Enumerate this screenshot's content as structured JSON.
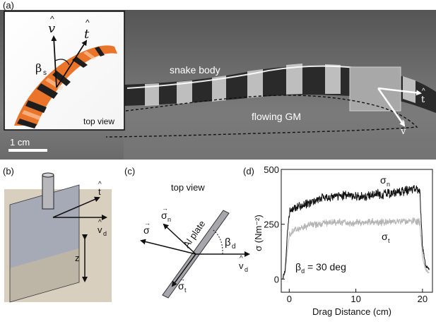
{
  "panel_a": {
    "label": "(a)",
    "snake_body": "snake body",
    "flowing_gm": "flowing GM",
    "t_hat": "t",
    "v_hat": "v",
    "inset": {
      "v_hat": "v",
      "t_hat": "t",
      "beta_s": "β",
      "beta_s_sub": "s",
      "view": "top view"
    },
    "scale_bar": "1 cm"
  },
  "panel_b": {
    "label": "(b)",
    "t_hat": "t",
    "v_d": "v",
    "v_d_sub": "d",
    "z": "z"
  },
  "panel_c": {
    "label": "(c)",
    "view": "top view",
    "sigma_n": "σ",
    "sigma_n_sub": "n",
    "sigma": "σ",
    "al_plate": "Al plate",
    "beta_d": "β",
    "beta_d_sub": "d",
    "v_d": "v",
    "v_d_sub": "d",
    "sigma_t": "σ",
    "sigma_t_sub": "t"
  },
  "panel_d": {
    "label": "(d)",
    "ylabel": "σ (Nm⁻²)",
    "xlabel": "Drag Distance (cm)",
    "sigma_n": "σ",
    "sigma_n_sub": "n",
    "sigma_t": "σ",
    "sigma_t_sub": "t",
    "annotation": "β",
    "annotation_sub": "d",
    "annotation_rest": " = 30 deg"
  },
  "chart_data": {
    "type": "line",
    "title": "",
    "xlabel": "Drag Distance (cm)",
    "ylabel": "σ (Nm⁻²)",
    "xlim": [
      -1.2,
      21.5
    ],
    "ylim": [
      -60,
      500
    ],
    "x_ticks": [
      0,
      10,
      20
    ],
    "y_ticks": [
      0,
      250,
      500
    ],
    "grid": false,
    "annotation": "βd = 30 deg",
    "series": [
      {
        "name": "σn",
        "color": "#111111",
        "x": [
          -1,
          -0.6,
          -0.3,
          0,
          0.5,
          1,
          2,
          3,
          4,
          5,
          6,
          7,
          8,
          9,
          10,
          11,
          12,
          13,
          14,
          15,
          16,
          17,
          18,
          19,
          19.6,
          20,
          20.5,
          21
        ],
        "y": [
          0,
          40,
          200,
          300,
          320,
          330,
          335,
          345,
          360,
          370,
          375,
          375,
          380,
          385,
          378,
          375,
          380,
          390,
          385,
          390,
          395,
          400,
          405,
          410,
          400,
          150,
          60,
          40
        ]
      },
      {
        "name": "σt",
        "color": "#b4b4b4",
        "x": [
          -1,
          -0.6,
          -0.3,
          0,
          0.5,
          1,
          2,
          3,
          4,
          5,
          6,
          7,
          8,
          9,
          10,
          11,
          12,
          13,
          14,
          15,
          16,
          17,
          18,
          19,
          19.6,
          20,
          20.5,
          21
        ],
        "y": [
          0,
          30,
          130,
          200,
          215,
          225,
          235,
          245,
          250,
          255,
          255,
          258,
          260,
          255,
          258,
          255,
          260,
          262,
          258,
          260,
          262,
          265,
          262,
          265,
          260,
          100,
          40,
          30
        ]
      }
    ]
  }
}
